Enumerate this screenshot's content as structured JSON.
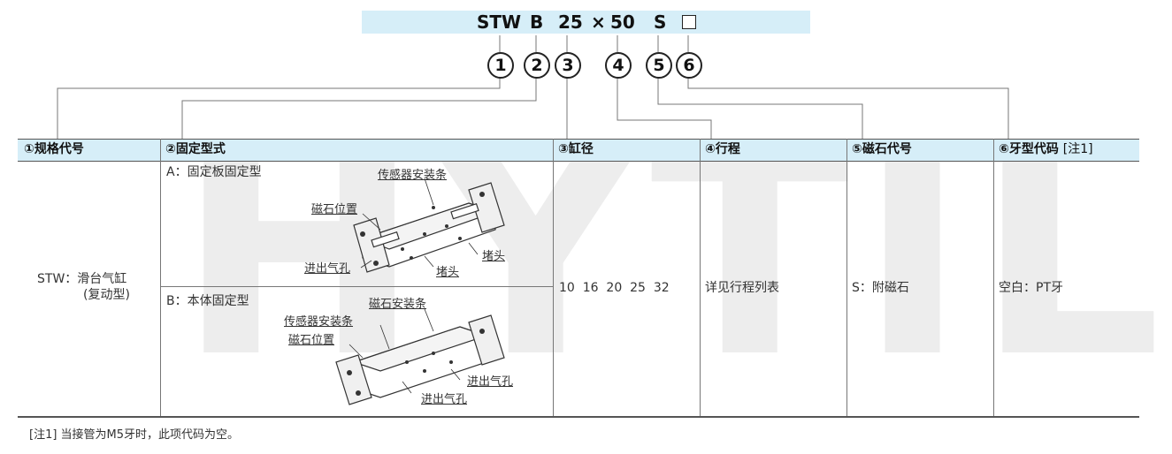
{
  "model_code": {
    "parts": [
      "STW",
      "B",
      "25",
      "×",
      "50",
      "S"
    ],
    "blank_box": "□"
  },
  "position_numbers": [
    "1",
    "2",
    "3",
    "4",
    "5",
    "6"
  ],
  "watermark": "HYTIL",
  "table": {
    "headers": [
      {
        "label": "①规格代号",
        "note": ""
      },
      {
        "label": "②固定型式",
        "note": ""
      },
      {
        "label": "③缸径",
        "note": ""
      },
      {
        "label": "④行程",
        "note": ""
      },
      {
        "label": "⑤磁石代号",
        "note": ""
      },
      {
        "label": "⑥牙型代码",
        "note": "[注1]"
      }
    ],
    "spec": {
      "line1": "STW：滑台气缸",
      "line2": "(复动型)"
    },
    "mount_a": {
      "title": "A：固定板固定型",
      "labels": {
        "sensor_strip": "传感器安装条",
        "magnet_pos": "磁石位置",
        "port": "进出气孔",
        "plug1": "堵头",
        "plug2": "堵头"
      }
    },
    "mount_b": {
      "title": "B：本体固定型",
      "labels": {
        "magnet_strip": "磁石安装条",
        "sensor_strip": "传感器安装条",
        "magnet_pos": "磁石位置",
        "port1": "进出气孔",
        "port2": "进出气孔"
      }
    },
    "bore": "10  16  20  25  32",
    "stroke": "详见行程列表",
    "magnet": "S：附磁石",
    "thread": "空白：PT牙"
  },
  "footnote": "[注1] 当接管为M5牙时，此项代码为空。",
  "colors": {
    "header_bg": "#d6eef8",
    "code_bg": "#d6eef8"
  }
}
